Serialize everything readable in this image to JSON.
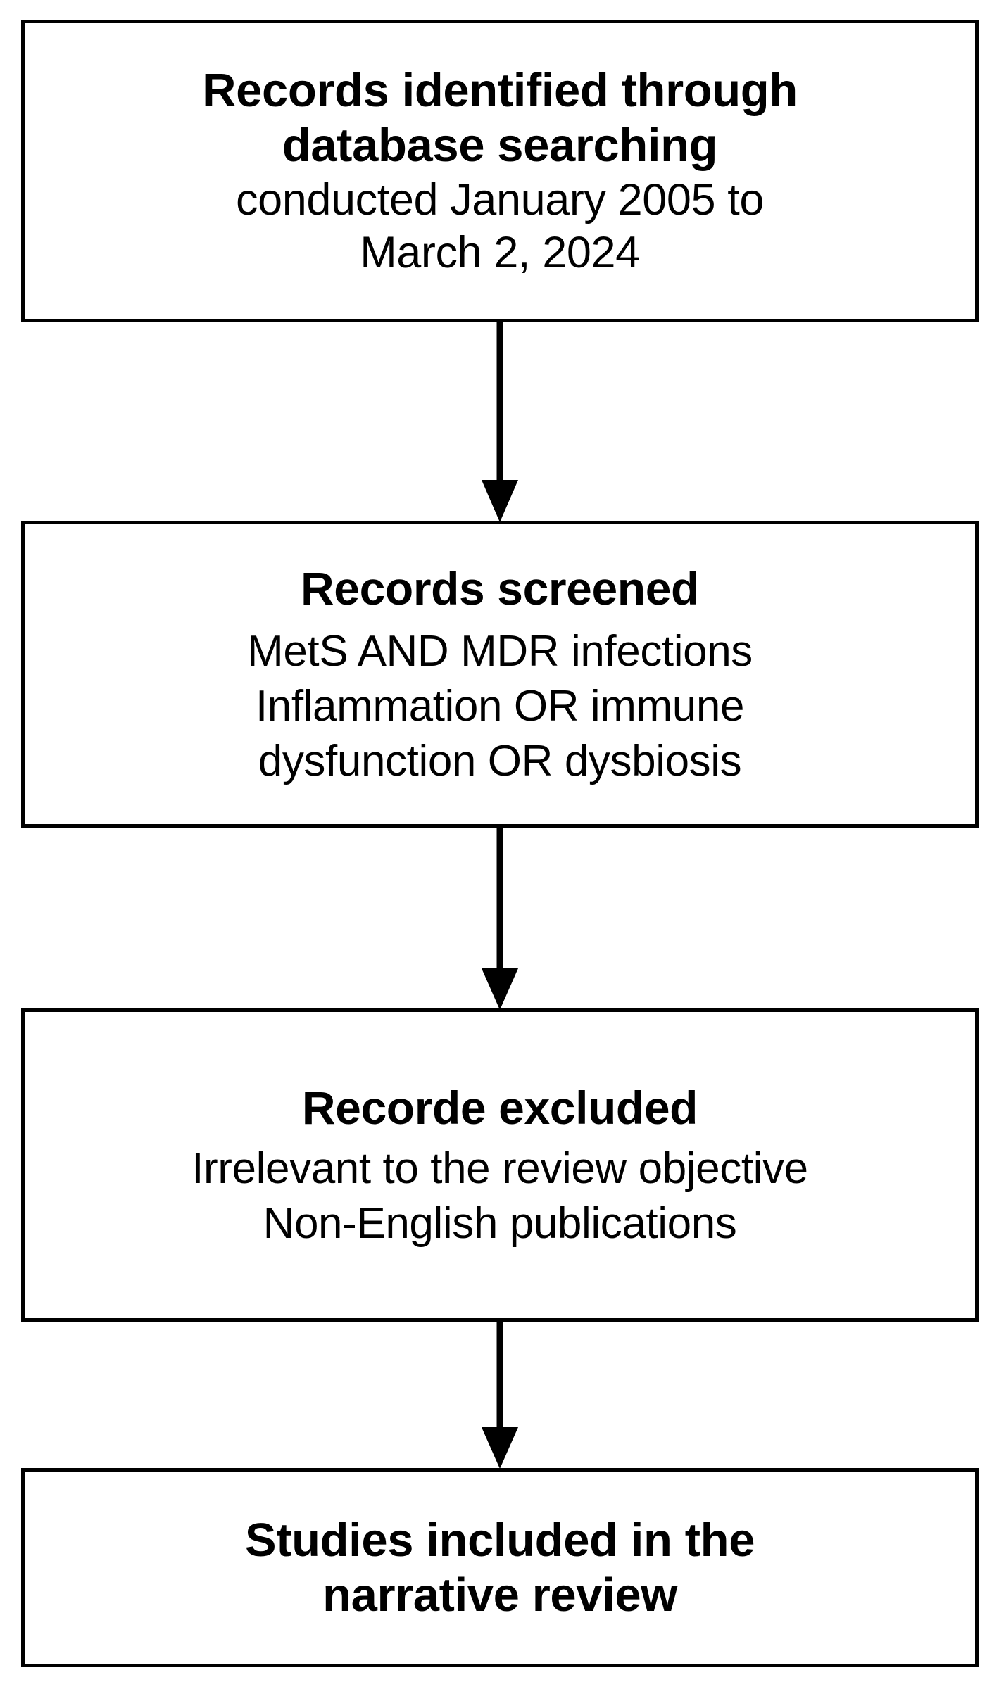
{
  "diagram": {
    "title": "PRISMA-style study selection flow",
    "type": "flowchart",
    "orientation": "vertical",
    "colors": {
      "border": "#000000",
      "text": "#000000",
      "background": "#ffffff",
      "arrow": "#000000"
    },
    "boxes": [
      {
        "id": "records-identified",
        "heading": [
          "Records identified through",
          "database searching"
        ],
        "body": [
          "conducted January 2005 to",
          "March 2, 2024"
        ]
      },
      {
        "id": "records-screened",
        "heading": [
          "Records screened"
        ],
        "body": [
          "MetS AND MDR infections",
          "Inflammation OR immune",
          "dysfunction OR dysbiosis"
        ]
      },
      {
        "id": "records-excluded",
        "heading": [
          "Recorde excluded"
        ],
        "body": [
          "Irrelevant to the review objective",
          "Non-English publications"
        ]
      },
      {
        "id": "studies-included",
        "heading": [
          "Studies included in the",
          "narrative review"
        ],
        "body": []
      }
    ],
    "connectors": [
      {
        "id": "arrow-1",
        "from": "records-identified",
        "to": "records-screened",
        "shape": "down-arrow"
      },
      {
        "id": "arrow-2",
        "from": "records-screened",
        "to": "records-excluded",
        "shape": "down-arrow"
      },
      {
        "id": "arrow-3",
        "from": "records-excluded",
        "to": "studies-included",
        "shape": "down-arrow"
      }
    ]
  }
}
